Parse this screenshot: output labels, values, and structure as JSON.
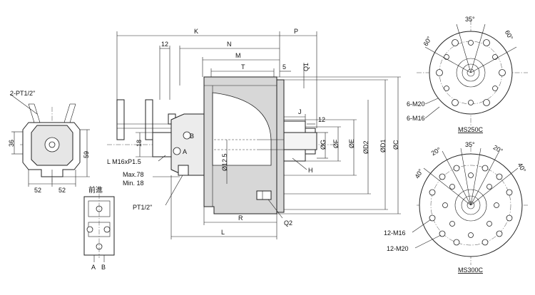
{
  "labels": {
    "K": "K",
    "P": "P",
    "N": "N",
    "M": "M",
    "T": "T",
    "dim_12_top": "12",
    "dim_5": "5",
    "Q1": "Q1",
    "J": "J",
    "dim_12_right": "12",
    "G": "ØG",
    "F": "ØF",
    "E": "ØE",
    "D2": "ØD2",
    "D1": "ØD1",
    "C": "ØC",
    "H": "H",
    "d12_5": "Ø12.5",
    "R": "R",
    "L": "L",
    "Q2": "Q2",
    "B": "B",
    "A": "A",
    "dim_18": "18",
    "thread": "L M16xP1.5",
    "max": "Max.78",
    "min": "Min. 18",
    "pt": "PT1/2\"",
    "port2": "2-PT1/2\"",
    "dim_36": "36",
    "dim_59": "59",
    "dim_52a": "52",
    "dim_52b": "52",
    "forward": "前進",
    "valve_a": "A",
    "valve_b": "B"
  },
  "ms250": {
    "name": "MS250C",
    "angle_top": "35°",
    "angle_left": "60°",
    "angle_right": "60°",
    "m20": "6-M20",
    "m16": "6-M16"
  },
  "ms300": {
    "name": "MS300C",
    "angle_top": "35°",
    "angle_tl": "20°",
    "angle_tr": "20°",
    "angle_left": "40°",
    "angle_right": "40°",
    "m16": "12-M16",
    "m20": "12-M20"
  },
  "colors": {
    "body_fill": "#d7d7d7",
    "line": "#222222"
  }
}
